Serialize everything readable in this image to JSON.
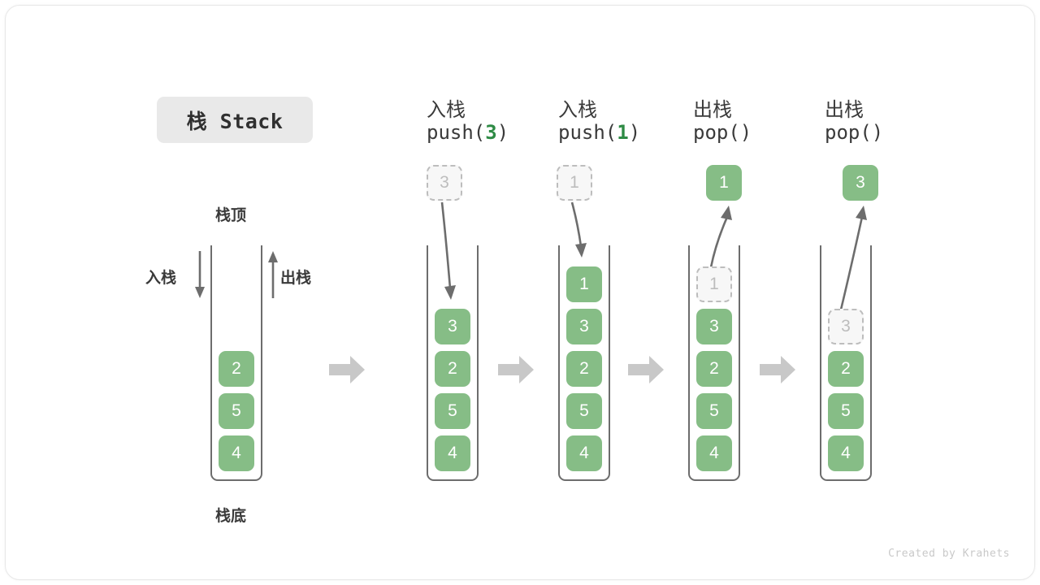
{
  "title_badge": "栈 Stack",
  "labels": {
    "top": "栈顶",
    "bottom": "栈底",
    "push_side": "入栈",
    "pop_side": "出栈"
  },
  "colors": {
    "cell_green": "#86bd86",
    "ghost_fill": "#f7f7f7",
    "ghost_border": "#bdbdbd",
    "tube_wall": "#6d6d6d",
    "arrow_gray": "#6d6d6d",
    "block_arrow": "#c8c8c8",
    "code_number": "#2e8b45",
    "badge_bg": "#e9e9e9",
    "text_dark": "#3a3a3a"
  },
  "columns": [
    {
      "id": "initial",
      "head_cn": "",
      "head_code": "",
      "head_code_num": "",
      "stack": [
        "2",
        "5",
        "4"
      ],
      "ghost_in_tube": null,
      "floating": null,
      "op": "none"
    },
    {
      "id": "push-3",
      "head_cn": "入栈",
      "head_code_pre": "push(",
      "head_code_num": "3",
      "head_code_post": ")",
      "stack": [
        "3",
        "2",
        "5",
        "4"
      ],
      "ghost_in_tube": null,
      "floating": "3",
      "op": "push"
    },
    {
      "id": "push-1",
      "head_cn": "入栈",
      "head_code_pre": "push(",
      "head_code_num": "1",
      "head_code_post": ")",
      "stack": [
        "1",
        "3",
        "2",
        "5",
        "4"
      ],
      "ghost_in_tube": null,
      "floating": "1",
      "op": "push"
    },
    {
      "id": "pop-1",
      "head_cn": "出栈",
      "head_code_pre": "pop(",
      "head_code_num": "",
      "head_code_post": ")",
      "stack": [
        "3",
        "2",
        "5",
        "4"
      ],
      "ghost_in_tube": "1",
      "floating": "1",
      "op": "pop"
    },
    {
      "id": "pop-3",
      "head_cn": "出栈",
      "head_code_pre": "pop(",
      "head_code_num": "",
      "head_code_post": ")",
      "stack": [
        "2",
        "5",
        "4"
      ],
      "ghost_in_tube": "3",
      "floating": "3",
      "op": "pop"
    }
  ],
  "credit": "Created by Krahets"
}
